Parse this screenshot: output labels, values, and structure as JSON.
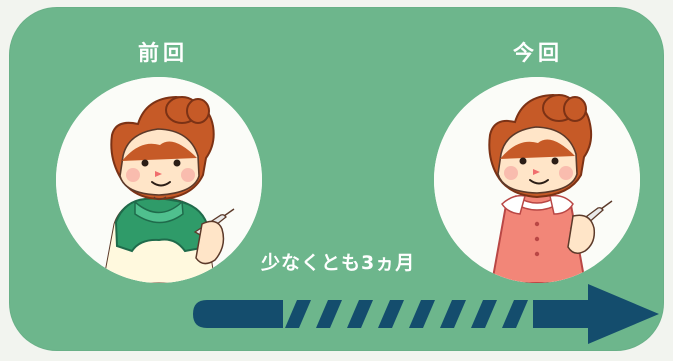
{
  "labels": {
    "before": "前回",
    "now": "今回",
    "interval": "少なくとも3ヵ月"
  },
  "icons": {
    "before": "girl-green-top-syringe-icon",
    "now": "girl-pink-dress-syringe-icon",
    "timeline": "timeline-arrow-icon"
  },
  "colors": {
    "panel": "#6db68c",
    "circle": "#fbfcf8",
    "hair": "#c65a27",
    "skin": "#ffe5c8",
    "green_top": "#2f9b69",
    "pink_dress": "#f28678",
    "arrow": "#144d6d"
  }
}
